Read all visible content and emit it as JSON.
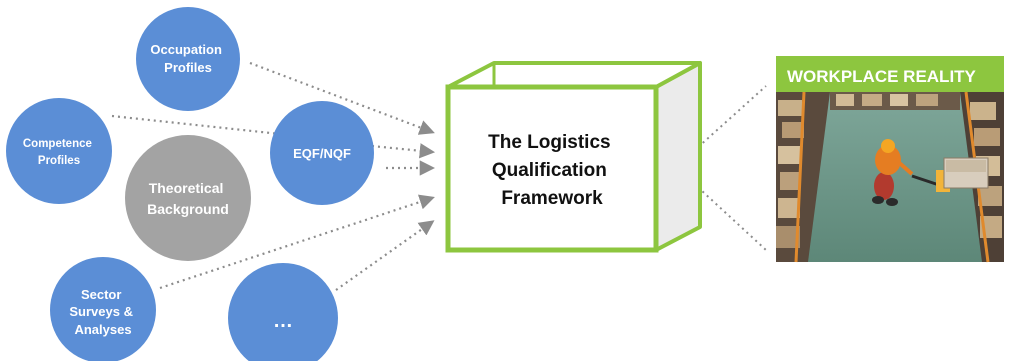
{
  "colors": {
    "circle_blue": "#5b8ed6",
    "circle_gray": "#a3a3a3",
    "box_green": "#8dc63f",
    "box_side": "#e8e8e8",
    "reality_header": "#8dc63f",
    "arrow": "#8c8c8c"
  },
  "sources": {
    "occupation_profiles": [
      "Occupation",
      "Profiles"
    ],
    "competence_profiles": [
      "Competence",
      "Profiles"
    ],
    "eqf_nqf": [
      "EQF/NQF"
    ],
    "theoretical_background": [
      "Theoretical",
      "Background"
    ],
    "sector_surveys": [
      "Sector",
      "Surveys &",
      "Analyses"
    ],
    "more": [
      "…"
    ]
  },
  "framework": {
    "lines": [
      "The Logistics",
      "Qualification",
      "Framework"
    ]
  },
  "reality": {
    "title": "WORKPLACE REALITY",
    "image": "warehouse-worker-pallet-jack-photo"
  }
}
